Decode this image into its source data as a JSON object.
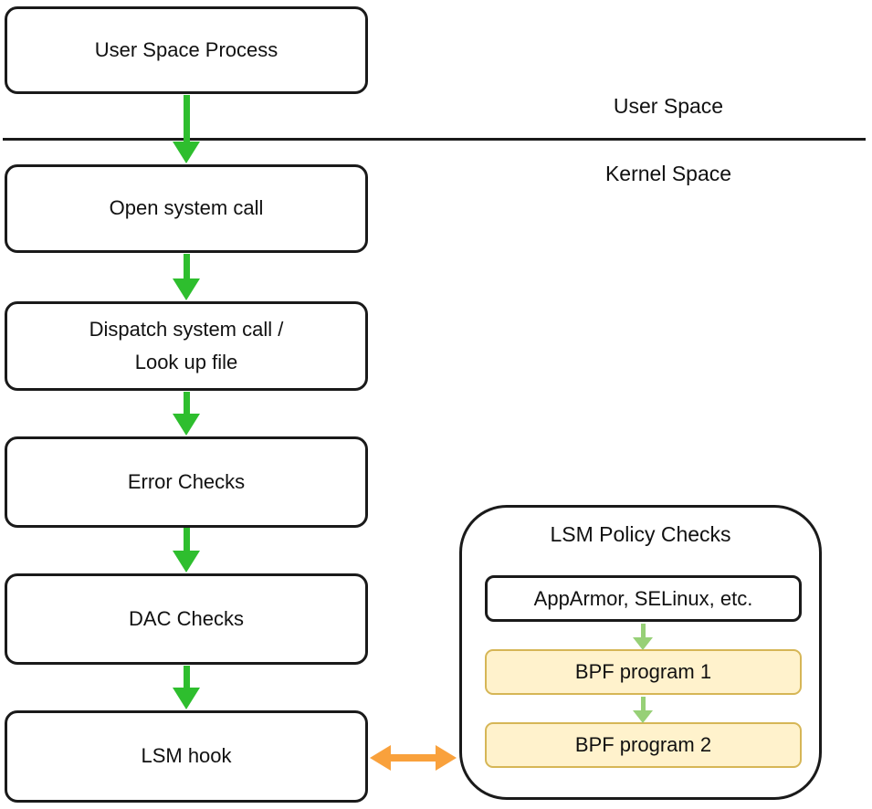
{
  "diagram": {
    "region_labels": {
      "user_space": "User Space",
      "kernel_space": "Kernel Space"
    },
    "flow_boxes": [
      {
        "id": "user-space-process",
        "label": "User Space Process"
      },
      {
        "id": "open-system-call",
        "label": "Open system call"
      },
      {
        "id": "dispatch-system-call",
        "label": "Dispatch system call /\nLook up file"
      },
      {
        "id": "error-checks",
        "label": "Error Checks"
      },
      {
        "id": "dac-checks",
        "label": "DAC Checks"
      },
      {
        "id": "lsm-hook",
        "label": "LSM hook"
      }
    ],
    "lsm_panel": {
      "title": "LSM Policy Checks",
      "items": [
        {
          "id": "lsm-modules",
          "label": "AppArmor, SELinux, etc.",
          "style": "white"
        },
        {
          "id": "bpf-program-1",
          "label": "BPF program 1",
          "style": "yellow"
        },
        {
          "id": "bpf-program-2",
          "label": "BPF program 2",
          "style": "yellow"
        }
      ]
    },
    "colors": {
      "arrow_green": "#2EBE2E",
      "arrow_light_green": "#97D077",
      "arrow_orange": "#F9A13C",
      "bpf_fill": "#FFF2CC",
      "bpf_border": "#D6B656",
      "border_black": "#1A1A1A"
    }
  }
}
